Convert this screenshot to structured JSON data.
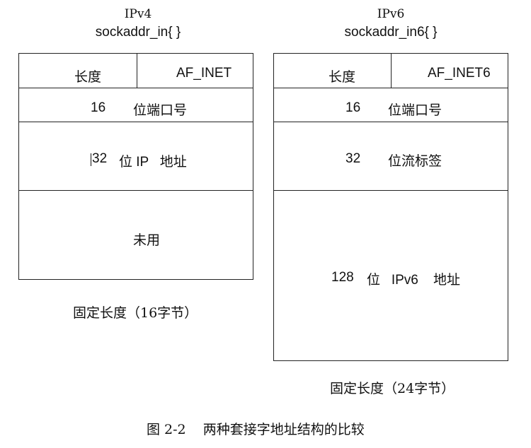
{
  "ipv4": {
    "version_label": "IPv4",
    "struct_name": "sockaddr_in{ }",
    "header": {
      "length_label": "长度",
      "family_label": "AF_INET"
    },
    "rows": [
      {
        "num": "16",
        "text": "位端口号"
      },
      {
        "num": "32",
        "text": "位 IP   地址"
      },
      {
        "num": "",
        "text": "未用"
      }
    ],
    "caption": "固定长度（16字节）"
  },
  "ipv6": {
    "version_label": "IPv6",
    "struct_name": "sockaddr_in6{ }",
    "header": {
      "length_label": "长度",
      "family_label": "AF_INET6"
    },
    "rows": [
      {
        "num": "16",
        "text": "位端口号"
      },
      {
        "num": "32",
        "text": "位流标签"
      },
      {
        "num": "128",
        "text": "位   IPv6    地址"
      }
    ],
    "caption": "固定长度（24字节）"
  },
  "figure_caption": "图 2-2    两种套接字地址结构的比较"
}
